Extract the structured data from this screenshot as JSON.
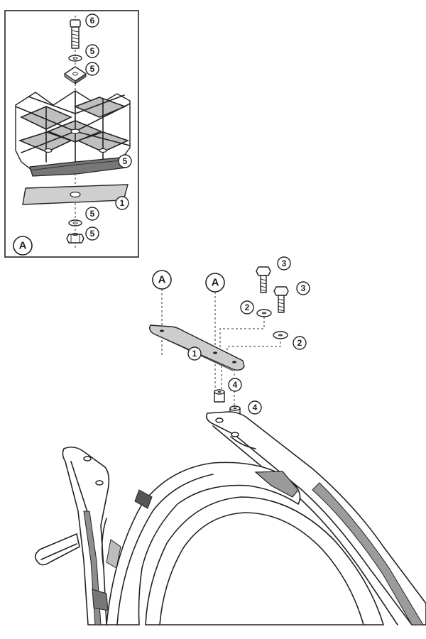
{
  "diagram": {
    "detail_label": "A",
    "callouts": {
      "c1": "1",
      "c2": "2",
      "c3": "3",
      "c4": "4",
      "c5": "5",
      "c6": "6"
    }
  }
}
